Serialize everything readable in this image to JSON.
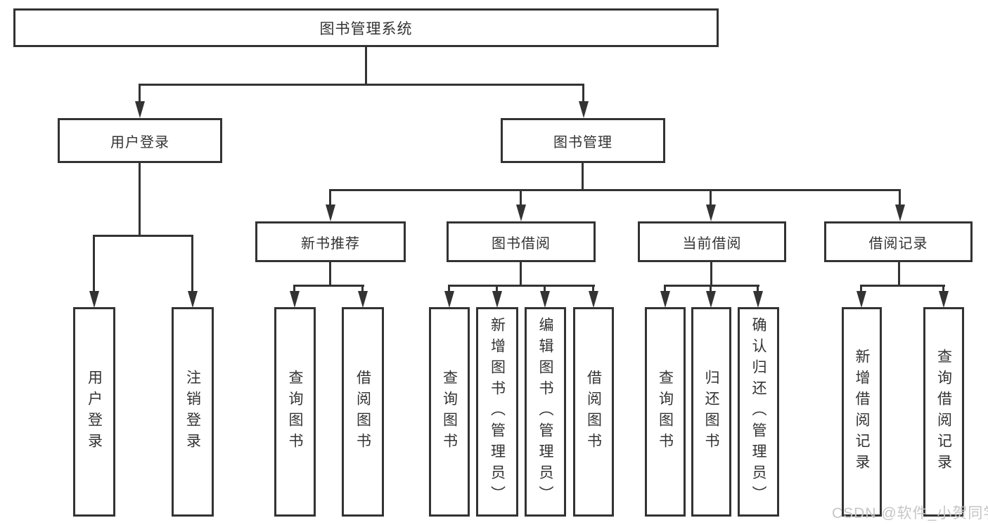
{
  "tree": {
    "root": {
      "label": "图书管理系统",
      "children": [
        {
          "label": "用户登录",
          "children": [
            {
              "label": "用户登录"
            },
            {
              "label": "注销登录"
            }
          ]
        },
        {
          "label": "图书管理",
          "children": [
            {
              "label": "新书推荐",
              "children": [
                {
                  "label": "查询图书"
                },
                {
                  "label": "借阅图书"
                }
              ]
            },
            {
              "label": "图书借阅",
              "children": [
                {
                  "label": "查询图书"
                },
                {
                  "label": "新增图书（管理员）"
                },
                {
                  "label": "编辑图书（管理员）"
                },
                {
                  "label": "借阅图书"
                }
              ]
            },
            {
              "label": "当前借阅",
              "children": [
                {
                  "label": "查询图书"
                },
                {
                  "label": "归还图书"
                },
                {
                  "label": "确认归还（管理员）"
                }
              ]
            },
            {
              "label": "借阅记录",
              "children": [
                {
                  "label": "新增借阅记录"
                },
                {
                  "label": "查询借阅记录"
                }
              ]
            }
          ]
        }
      ]
    }
  },
  "watermark": {
    "text": "CSDN @软件_小贺同学"
  },
  "colors": {
    "line": "#333333",
    "text": "#333333",
    "background": "#ffffff",
    "watermark": "#c6c6c6"
  }
}
